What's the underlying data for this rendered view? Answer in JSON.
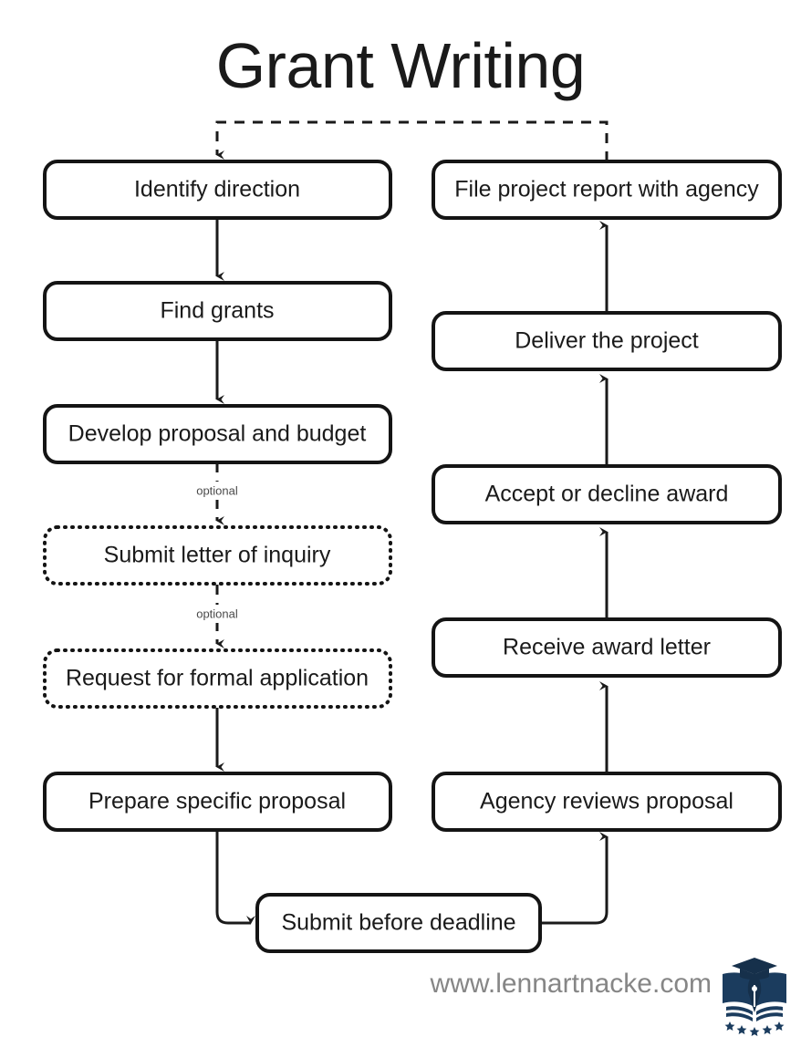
{
  "page": {
    "title": "Grant Writing",
    "background_color": "#ffffff",
    "text_color": "#1a1a1a"
  },
  "chart_data": {
    "type": "diagram",
    "diagram_type": "flowchart",
    "title": "Grant Writing",
    "orientation": "two-column-serpentine",
    "nodes": [
      {
        "id": "n1",
        "label": "Identify direction",
        "style": "solid",
        "column": "left",
        "order": 1
      },
      {
        "id": "n2",
        "label": "Find grants",
        "style": "solid",
        "column": "left",
        "order": 2
      },
      {
        "id": "n3",
        "label": "Develop proposal and budget",
        "style": "solid",
        "column": "left",
        "order": 3
      },
      {
        "id": "n4",
        "label": "Submit letter of inquiry",
        "style": "dotted",
        "column": "left",
        "order": 4
      },
      {
        "id": "n5",
        "label": "Request for formal application",
        "style": "dotted",
        "column": "left",
        "order": 5
      },
      {
        "id": "n6",
        "label": "Prepare specific proposal",
        "style": "solid",
        "column": "left",
        "order": 6
      },
      {
        "id": "n7",
        "label": "Submit before deadline",
        "style": "solid",
        "column": "center",
        "order": 7
      },
      {
        "id": "n8",
        "label": "Agency reviews proposal",
        "style": "solid",
        "column": "right",
        "order": 8
      },
      {
        "id": "n9",
        "label": "Receive award letter",
        "style": "solid",
        "column": "right",
        "order": 9
      },
      {
        "id": "n10",
        "label": "Accept or decline award",
        "style": "solid",
        "column": "right",
        "order": 10
      },
      {
        "id": "n11",
        "label": "Deliver the project",
        "style": "solid",
        "column": "right",
        "order": 11
      },
      {
        "id": "n12",
        "label": "File project report with agency",
        "style": "solid",
        "column": "right",
        "order": 12
      }
    ],
    "edges": [
      {
        "from": "n1",
        "to": "n2",
        "style": "solid",
        "label": ""
      },
      {
        "from": "n2",
        "to": "n3",
        "style": "solid",
        "label": ""
      },
      {
        "from": "n3",
        "to": "n4",
        "style": "dashed",
        "label": "optional"
      },
      {
        "from": "n4",
        "to": "n5",
        "style": "dashed",
        "label": "optional"
      },
      {
        "from": "n5",
        "to": "n6",
        "style": "solid",
        "label": ""
      },
      {
        "from": "n6",
        "to": "n7",
        "style": "solid",
        "label": ""
      },
      {
        "from": "n7",
        "to": "n8",
        "style": "solid",
        "label": ""
      },
      {
        "from": "n8",
        "to": "n9",
        "style": "solid",
        "label": ""
      },
      {
        "from": "n9",
        "to": "n10",
        "style": "solid",
        "label": ""
      },
      {
        "from": "n10",
        "to": "n11",
        "style": "solid",
        "label": ""
      },
      {
        "from": "n11",
        "to": "n12",
        "style": "solid",
        "label": ""
      },
      {
        "from": "n12",
        "to": "n1",
        "style": "dashed",
        "label": ""
      }
    ],
    "edge_labels": [
      "optional",
      "optional"
    ]
  },
  "nodes": {
    "identify_direction": "Identify direction",
    "find_grants": "Find grants",
    "develop_proposal": "Develop proposal and budget",
    "submit_letter": "Submit letter of inquiry",
    "request_formal": "Request for formal application",
    "prepare_specific": "Prepare specific proposal",
    "submit_deadline": "Submit before deadline",
    "agency_reviews": "Agency reviews proposal",
    "receive_award": "Receive award letter",
    "accept_decline": "Accept or decline award",
    "deliver_project": "Deliver the project",
    "file_report": "File project report with agency"
  },
  "labels": {
    "optional_1": "optional",
    "optional_2": "optional"
  },
  "footer": {
    "website": "www.lennartnacke.com",
    "website_color": "#868686",
    "logo_name": "academic-emblem-logo",
    "logo_color": "#1b3c5e"
  }
}
